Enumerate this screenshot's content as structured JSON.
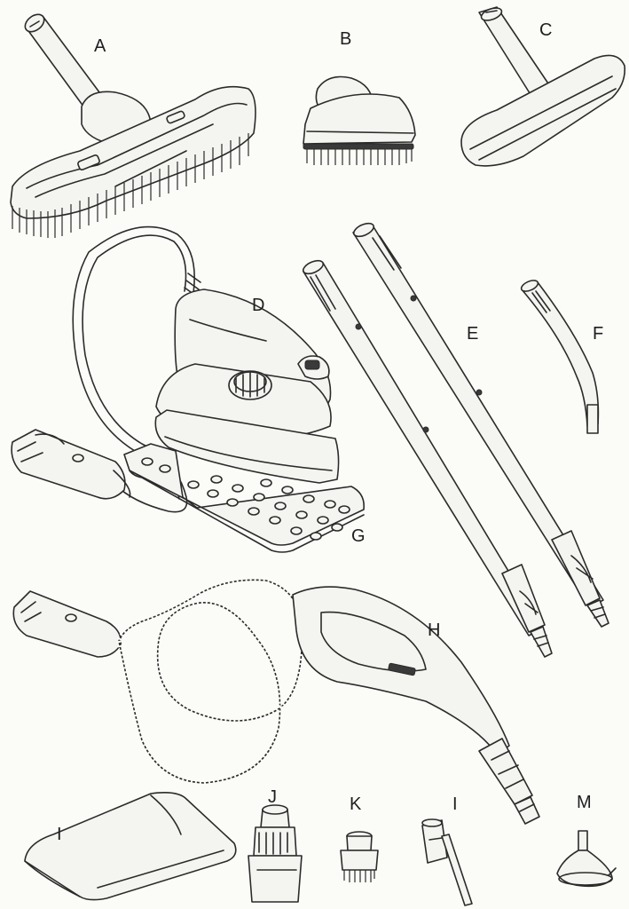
{
  "labels": {
    "A": "A",
    "B": "B",
    "C": "C",
    "D": "D",
    "E": "E",
    "F": "F",
    "G": "G",
    "H": "H",
    "I_left": "I",
    "J": "J",
    "K": "K",
    "I_right": "I",
    "M": "M"
  }
}
